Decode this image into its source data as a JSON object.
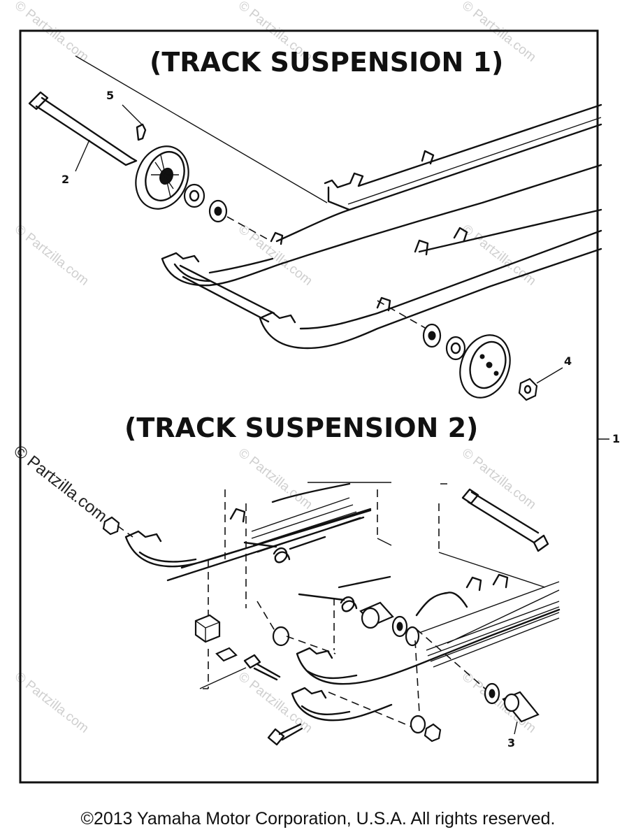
{
  "diagram": {
    "title_top": "(TRACK SUSPENSION 1)",
    "title_bottom": "(TRACK SUSPENSION 2)"
  },
  "callouts": [
    {
      "id": "1",
      "label": "1"
    },
    {
      "id": "2",
      "label": "2"
    },
    {
      "id": "3",
      "label": "3"
    },
    {
      "id": "4",
      "label": "4"
    },
    {
      "id": "5",
      "label": "5"
    }
  ],
  "watermark": {
    "text": "© Partzilla.com"
  },
  "footer": {
    "copyright": "©2013  Yamaha Motor Corporation, U.S.A. All rights reserved."
  }
}
